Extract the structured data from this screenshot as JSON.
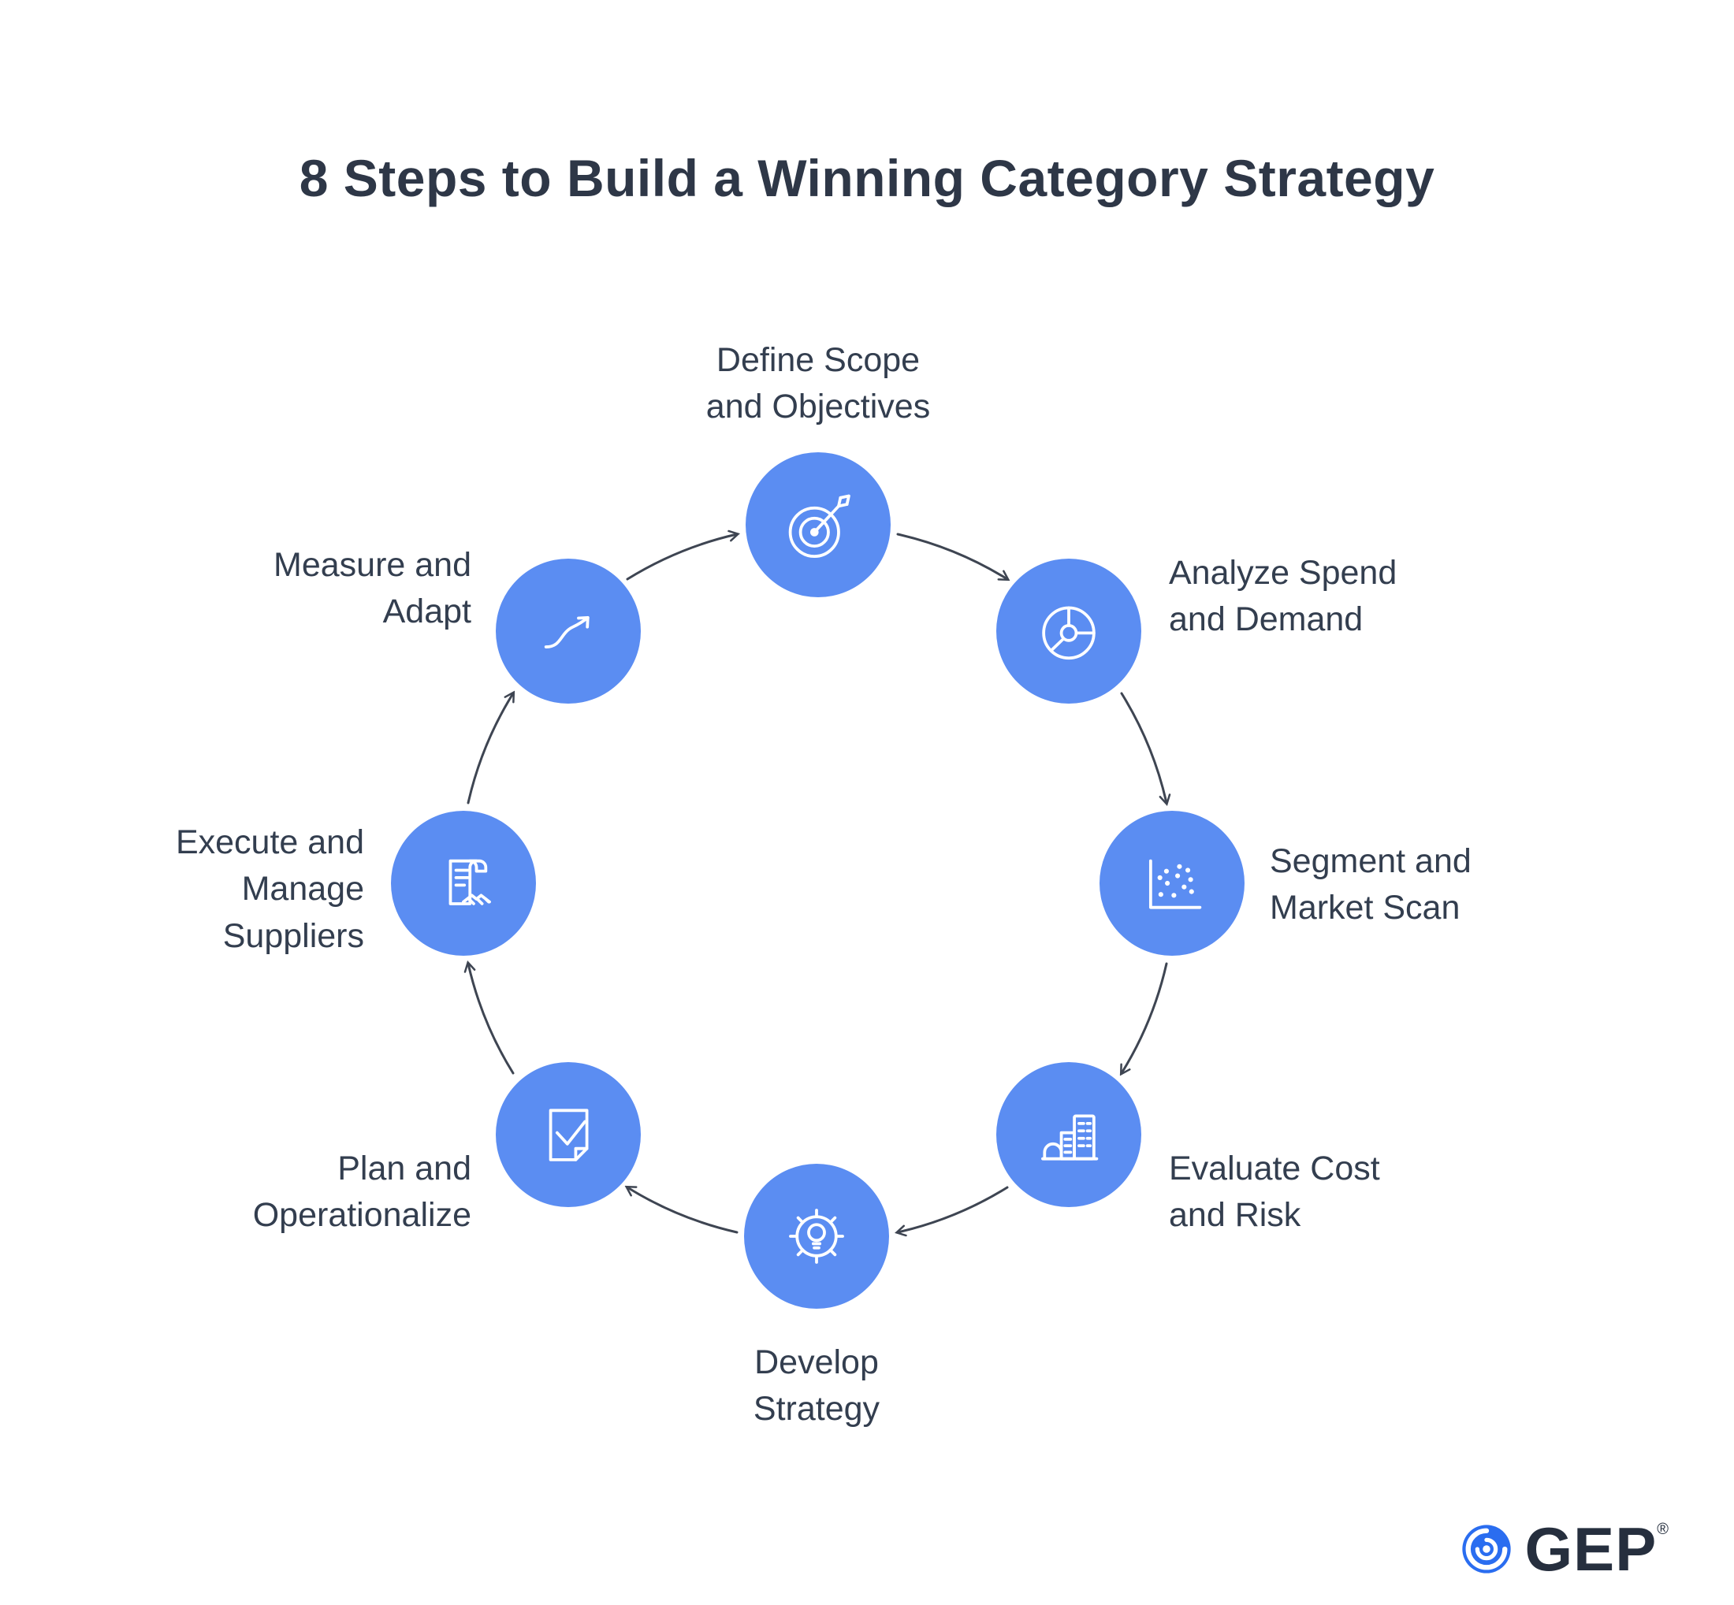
{
  "title": "8 Steps to Build a Winning Category Strategy",
  "steps": [
    {
      "label": "Define Scope\nand Objectives",
      "icon": "target-arrow-icon"
    },
    {
      "label": "Analyze Spend\nand Demand",
      "icon": "pie-chart-icon"
    },
    {
      "label": "Segment and\nMarket Scan",
      "icon": "scatter-plot-icon"
    },
    {
      "label": "Evaluate Cost\nand Risk",
      "icon": "city-buildings-icon"
    },
    {
      "label": "Develop\nStrategy",
      "icon": "gear-bulb-icon"
    },
    {
      "label": "Plan and\nOperationalize",
      "icon": "document-check-icon"
    },
    {
      "label": "Execute and\nManage\nSuppliers",
      "icon": "contract-handshake-icon"
    },
    {
      "label": "Measure and\nAdapt",
      "icon": "growth-arrow-icon"
    }
  ],
  "logo": {
    "text": "GEP",
    "registered": "®"
  },
  "colors": {
    "circle_blue": "#5B8DF2",
    "text_dark": "#333E4F",
    "arrow": "#3E4552",
    "logo_blue": "#2A6DF0",
    "background": "#FFFFFF"
  }
}
